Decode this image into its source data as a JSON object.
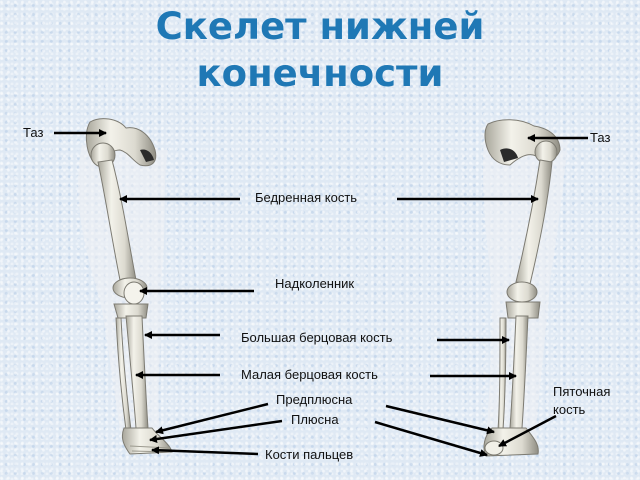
{
  "title": {
    "line1": "Скелет нижней",
    "line2": "конечности"
  },
  "labels": {
    "pelvis_left": "Таз",
    "pelvis_right": "Таз",
    "femur": "Бедренная кость",
    "patella": "Надколенник",
    "tibia": "Большая берцовая кость",
    "fibula": "Малая берцовая кость",
    "tarsus": "Предплюсна",
    "metatarsus": "Плюсна",
    "calcaneus_line1": "Пяточная",
    "calcaneus_line2": "кость",
    "phalanges": "Кости пальцев"
  },
  "colors": {
    "title": "#1f78b5",
    "background": "#dfe9f4",
    "bone": "#e9e7dc",
    "bone_shadow": "#8c8b80",
    "arrow": "#000000"
  }
}
